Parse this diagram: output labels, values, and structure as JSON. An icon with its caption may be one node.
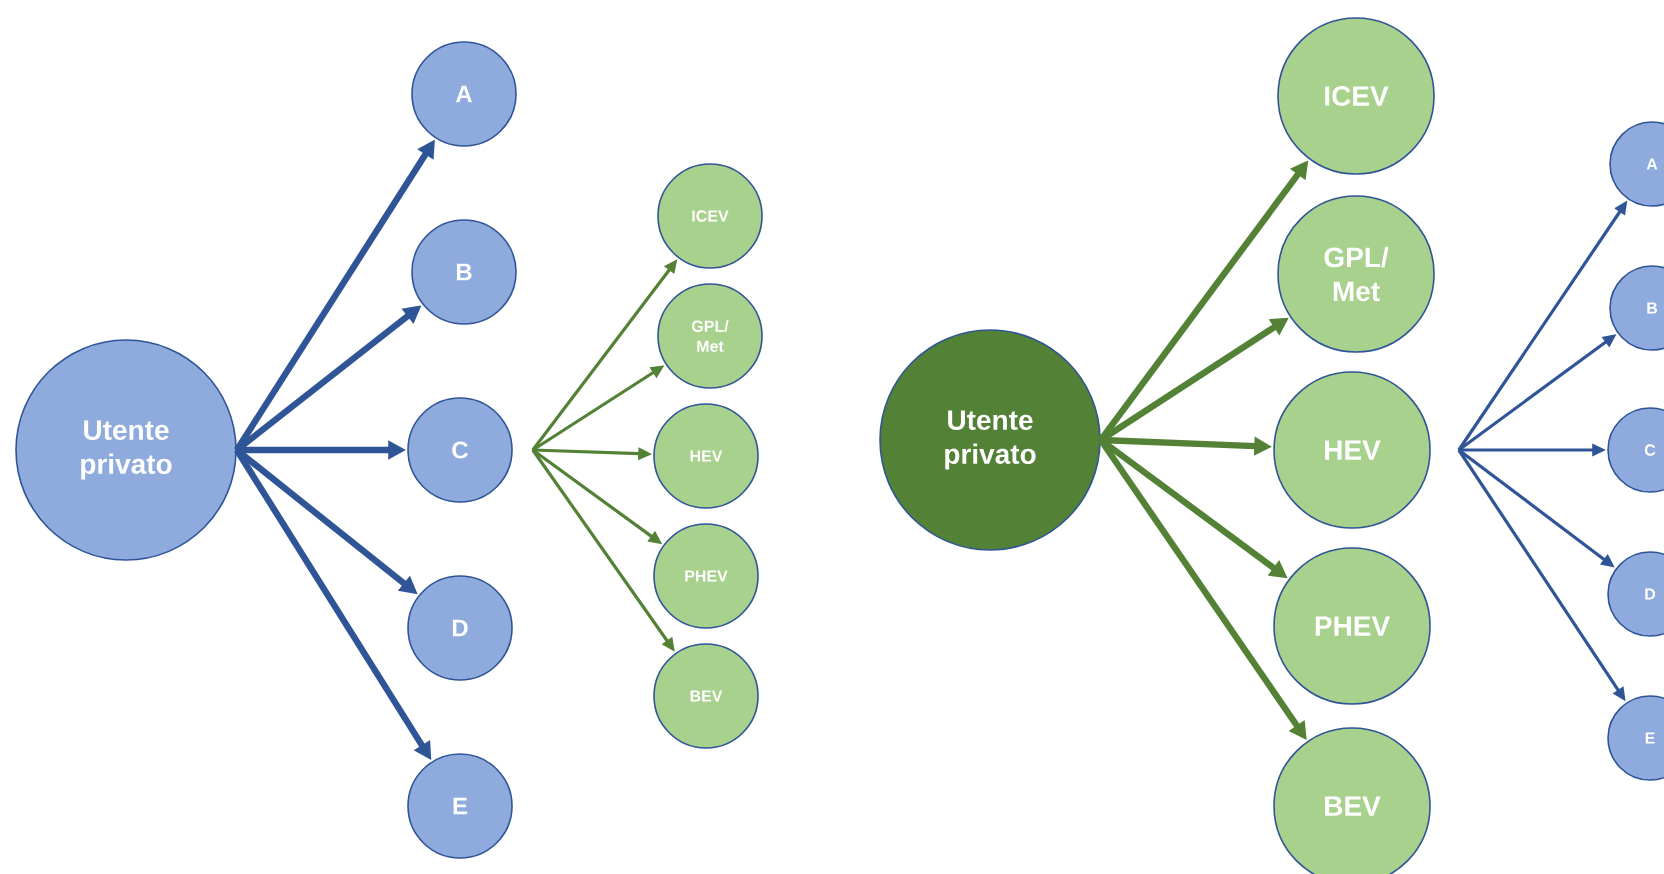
{
  "diagram": {
    "nodes": [
      {
        "text": [
          "Utente privato"
        ]
      },
      {
        "text": [
          "A"
        ]
      },
      {
        "text": [
          "B"
        ]
      },
      {
        "text": [
          "C"
        ]
      },
      {
        "text": [
          "D"
        ]
      },
      {
        "text": [
          "E"
        ]
      },
      {
        "text": [
          "ICEV"
        ]
      },
      {
        "text": [
          "GPL/ Met"
        ]
      },
      {
        "text": [
          "HEV"
        ]
      },
      {
        "text": [
          "PHEV"
        ]
      },
      {
        "text": [
          "BEV"
        ]
      },
      {
        "text": [
          "Utente privato"
        ]
      },
      {
        "text": [
          "ICEV"
        ]
      },
      {
        "text": [
          "GPL/ Met"
        ]
      },
      {
        "text": [
          "HEV"
        ]
      },
      {
        "text": [
          "PHEV"
        ]
      },
      {
        "text": [
          "BEV"
        ]
      },
      {
        "text": [
          "A"
        ]
      },
      {
        "text": [
          "B"
        ]
      },
      {
        "text": [
          "C"
        ]
      },
      {
        "text": [
          "D"
        ]
      },
      {
        "text": [
          "E"
        ]
      }
    ],
    "edges": [
      {
        "from": 0,
        "to": 1,
        "arrow": "to",
        "style": "thick",
        "color": "#2f5597"
      },
      {
        "from": 0,
        "to": 2,
        "arrow": "to",
        "style": "thick",
        "color": "#2f5597"
      },
      {
        "from": 0,
        "to": 3,
        "arrow": "to",
        "style": "thick",
        "color": "#2f5597"
      },
      {
        "from": 0,
        "to": 4,
        "arrow": "to",
        "style": "thick",
        "color": "#2f5597"
      },
      {
        "from": 0,
        "to": 5,
        "arrow": "to",
        "style": "thick",
        "color": "#2f5597"
      },
      {
        "from": 3,
        "to": 6,
        "arrow": "to",
        "color": "#538135"
      },
      {
        "from": 3,
        "to": 7,
        "arrow": "to",
        "color": "#538135"
      },
      {
        "from": 3,
        "to": 8,
        "arrow": "to",
        "color": "#538135"
      },
      {
        "from": 3,
        "to": 9,
        "arrow": "to",
        "color": "#538135"
      },
      {
        "from": 3,
        "to": 10,
        "arrow": "to",
        "color": "#538135"
      },
      {
        "from": 11,
        "to": 12,
        "arrow": "to",
        "style": "thick",
        "color": "#538135"
      },
      {
        "from": 11,
        "to": 13,
        "arrow": "to",
        "style": "thick",
        "color": "#538135"
      },
      {
        "from": 11,
        "to": 14,
        "arrow": "to",
        "style": "thick",
        "color": "#538135"
      },
      {
        "from": 11,
        "to": 15,
        "arrow": "to",
        "style": "thick",
        "color": "#538135"
      },
      {
        "from": 11,
        "to": 16,
        "arrow": "to",
        "style": "thick",
        "color": "#538135"
      },
      {
        "from": 14,
        "to": 17,
        "arrow": "to",
        "color": "#2f5597"
      },
      {
        "from": 14,
        "to": 18,
        "arrow": "to",
        "color": "#2f5597"
      },
      {
        "from": 14,
        "to": 19,
        "arrow": "to",
        "color": "#2f5597"
      },
      {
        "from": 14,
        "to": 20,
        "arrow": "to",
        "color": "#2f5597"
      },
      {
        "from": 14,
        "to": 21,
        "arrow": "to",
        "color": "#2f5597"
      }
    ]
  }
}
